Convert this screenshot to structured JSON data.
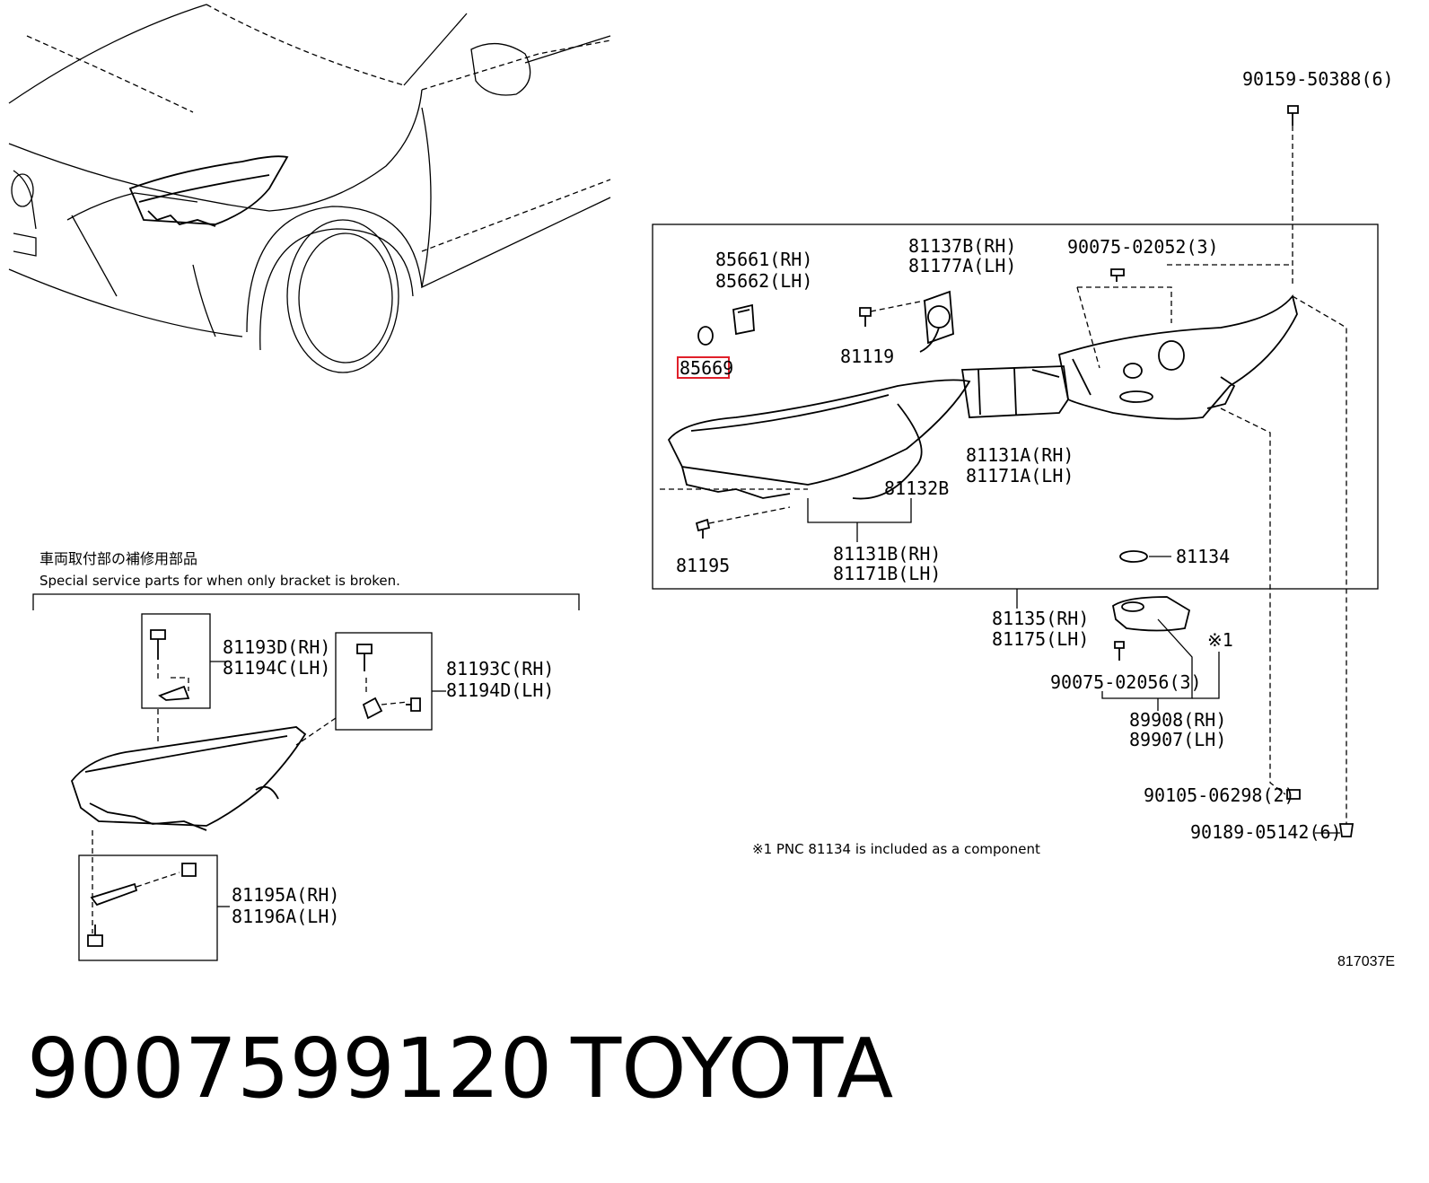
{
  "parts": {
    "p90159": "90159-50388(6)",
    "p85661": "85661(RH)",
    "p85662": "85662(LH)",
    "p85669": "85669",
    "p81137b": "81137B(RH)",
    "p81177a": "81177A(LH)",
    "p90075_02052": "90075-02052(3)",
    "p81119": "81119",
    "p81131a": "81131A(RH)",
    "p81171a": "81171A(LH)",
    "p81132b": "81132B",
    "p81195": "81195",
    "p81131b": "81131B(RH)",
    "p81171b": "81171B(LH)",
    "p81134": "81134",
    "p81135": "81135(RH)",
    "p81175": "81175(LH)",
    "mark1": "※1",
    "p90075_02056": "90075-02056(3)",
    "p89908": "89908(RH)",
    "p89907": "89907(LH)",
    "p90105": "90105-06298(2)",
    "p90189": "90189-05142(6)",
    "p81193d": "81193D(RH)",
    "p81194c": "81194C(LH)",
    "p81193c": "81193C(RH)",
    "p81194d": "81194D(LH)",
    "p81195a": "81195A(RH)",
    "p81196a": "81196A(LH)"
  },
  "notes": {
    "special_jp": "車両取付部の補修用部品",
    "special_en": "Special service parts for when only bracket is broken.",
    "footnote": "※1  PNC 81134 is included as a component",
    "figure_code": "817037E"
  },
  "caption": {
    "part_number": "9007599120",
    "brand": "TOYOTA"
  },
  "colors": {
    "line": "#000000",
    "highlight": "#e0202a",
    "background": "#ffffff"
  }
}
